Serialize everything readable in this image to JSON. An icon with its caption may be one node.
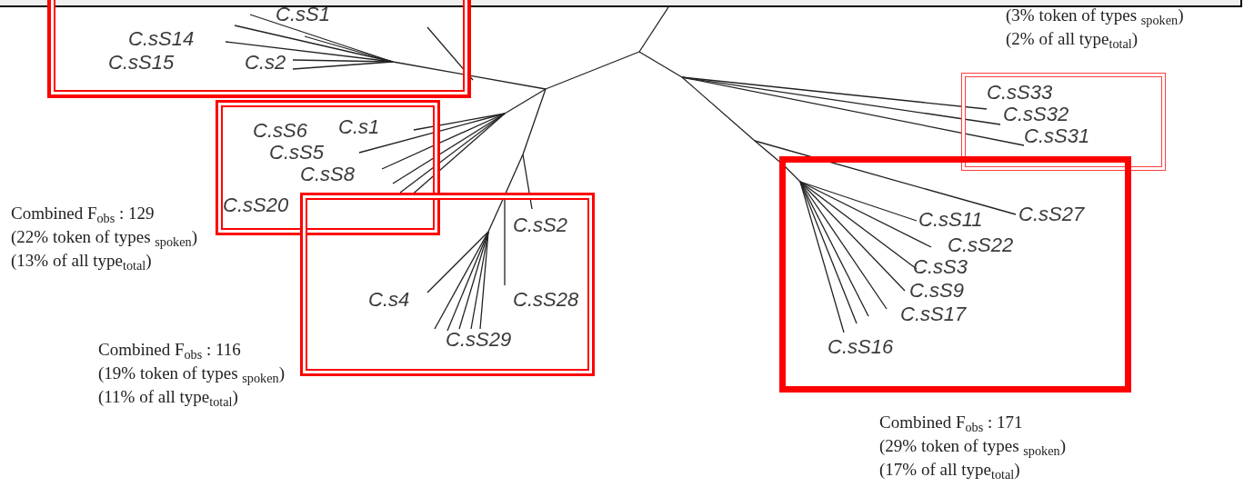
{
  "diagram": {
    "nodes": [
      {
        "text": [
          "C.sS1",
          "C.sS14",
          "C.sS15",
          "C.s2"
        ]
      },
      {
        "text": [
          "C.sS6",
          "C.s1",
          "C.sS5",
          "C.sS8",
          "C.sS20"
        ],
        "beside": [
          "Combined F$_{obs}$ : 129",
          "(22% token of types $_{spoken}$)",
          "(13% of all type$_{total}$)"
        ]
      },
      {
        "text": [
          "C.sS2",
          "C.s4",
          "C.sS28",
          "C.sS29"
        ],
        "beside": [
          "Combined F$_{obs}$ : 116",
          "(19% token of types $_{spoken}$)",
          "(11% of all type$_{total}$)"
        ]
      },
      {
        "text": [
          "C.sS33",
          "C.sS32",
          "C.sS31"
        ],
        "beside": [
          "(3% token of types $_{spoken}$)",
          "(2% of all type$_{total}$)"
        ]
      },
      {
        "text": [
          "C.sS27",
          "C.sS11",
          "C.sS22",
          "C.sS3",
          "C.sS9",
          "C.sS17",
          "C.sS16"
        ],
        "beside": [
          "Combined F$_{obs}$ : 171",
          "(29% token of types $_{spoken}$)",
          "(17% of all type$_{total}$)"
        ]
      }
    ]
  }
}
